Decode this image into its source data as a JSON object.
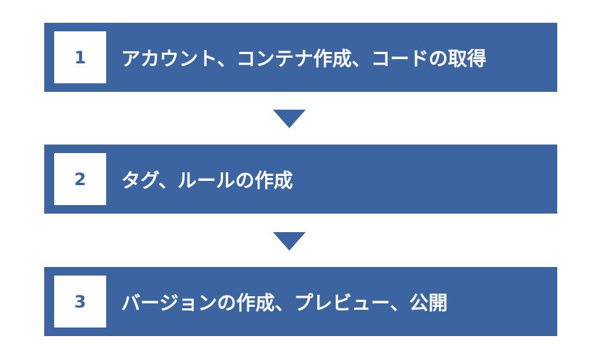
{
  "steps": [
    {
      "number": "1",
      "label": "アカウント、コンテナ作成、コードの取得"
    },
    {
      "number": "2",
      "label": "タグ、ルールの作成"
    },
    {
      "number": "3",
      "label": "バージョンの作成、プレビュー、公開"
    }
  ],
  "colors": {
    "accent": "#3b64a0",
    "box": "#ffffff"
  },
  "icons": {
    "connector": "down-triangle-icon"
  }
}
